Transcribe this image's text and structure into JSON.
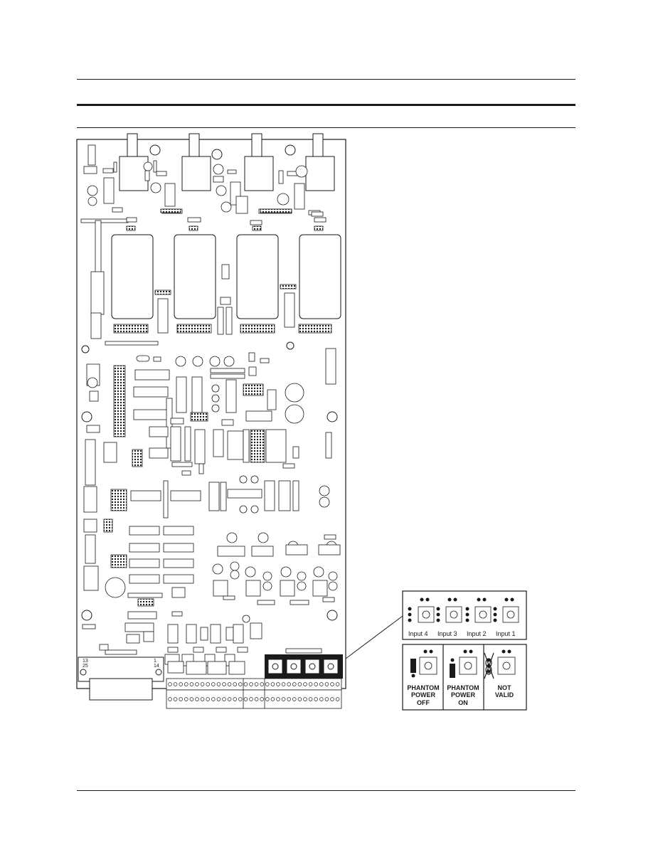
{
  "inset_inputs": [
    "Input 4",
    "Input 3",
    "Input 2",
    "Input 1"
  ],
  "jumper_settings": {
    "off": [
      "PHANTOM",
      "POWER",
      "OFF"
    ],
    "on": [
      "PHANTOM",
      "POWER",
      "ON"
    ],
    "invalid": [
      "NOT",
      "VALID"
    ]
  },
  "connector_pins": {
    "top_left": "13",
    "bottom_left": "25",
    "top_right": "1",
    "bottom_right": "14"
  },
  "colors": {
    "ink": "#1a1a1a",
    "paper": "#ffffff"
  }
}
